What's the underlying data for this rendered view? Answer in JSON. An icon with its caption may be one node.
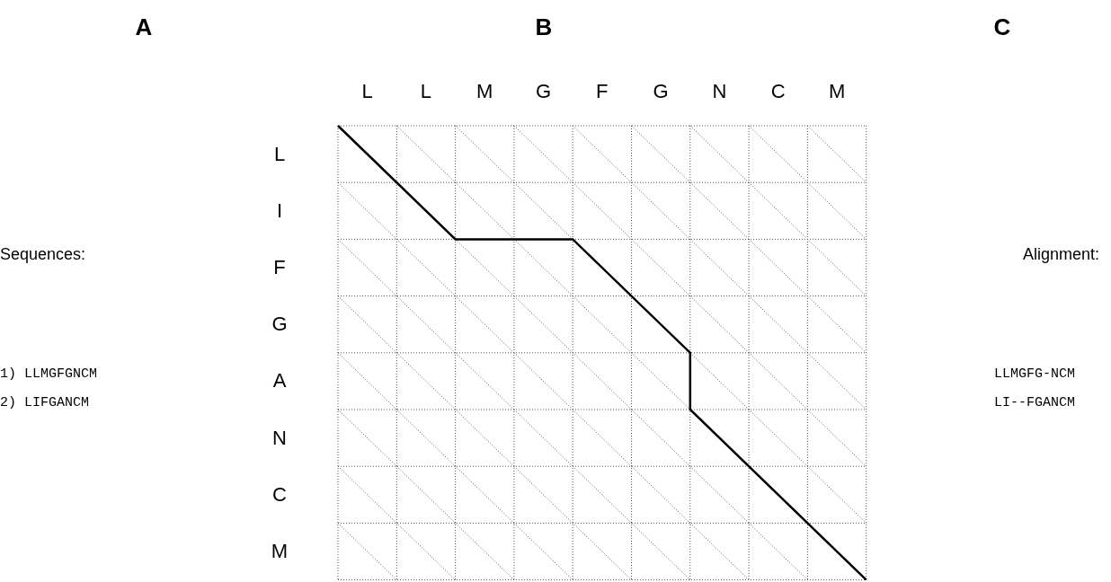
{
  "diagram": {
    "labels": [
      "A",
      "B",
      "C",
      "L",
      "L",
      "M",
      "G",
      "F",
      "G",
      "N",
      "C",
      "M",
      "L",
      "I",
      "Sequences:",
      "F",
      "Alignment:",
      "G",
      "1) LLMGFGNCM",
      "LLMGFG-NCM",
      "A",
      "2) LIFGANCM",
      "LI--FGANCM",
      "N",
      "C",
      "M"
    ]
  }
}
